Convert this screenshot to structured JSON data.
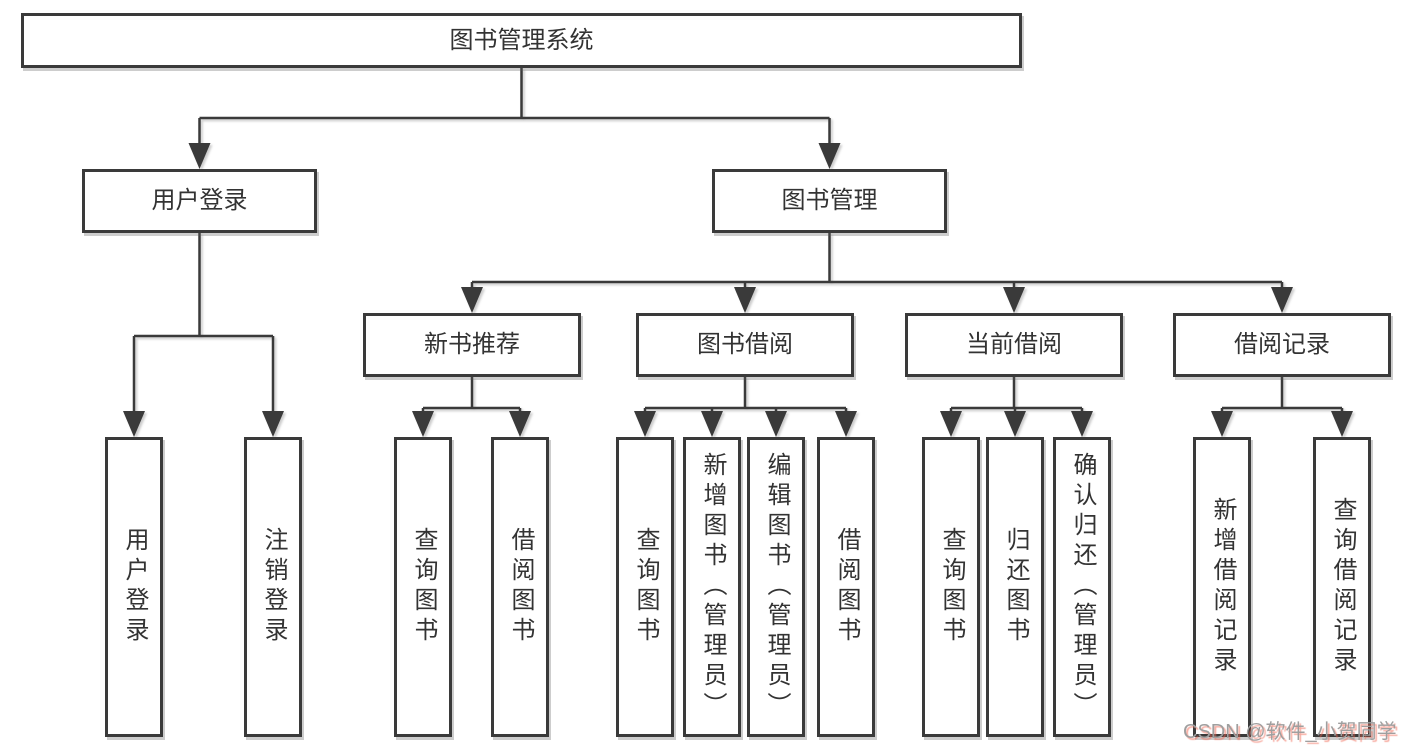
{
  "diagram": {
    "root": {
      "label": "图书管理系统"
    },
    "level2": {
      "user_login": {
        "label": "用户登录"
      },
      "book_management": {
        "label": "图书管理"
      }
    },
    "level3": {
      "new_book_recommend": {
        "label": "新书推荐"
      },
      "book_borrowing": {
        "label": "图书借阅"
      },
      "current_borrowing": {
        "label": "当前借阅"
      },
      "borrowing_records": {
        "label": "借阅记录"
      }
    },
    "leaves": {
      "user_login": {
        "label": "用户登录"
      },
      "logout": {
        "label": "注销登录"
      },
      "query_books_newrec": {
        "label": "查询图书"
      },
      "borrow_books_newrec": {
        "label": "借阅图书"
      },
      "query_books_borrow": {
        "label": "查询图书"
      },
      "add_books_admin": {
        "label": "新增图书（管理员）"
      },
      "edit_books_admin": {
        "label": "编辑图书（管理员）"
      },
      "borrow_books_borrow": {
        "label": "借阅图书"
      },
      "query_books_current": {
        "label": "查询图书"
      },
      "return_books": {
        "label": "归还图书"
      },
      "confirm_return_admin": {
        "label": "确认归还（管理员）"
      },
      "add_borrow_record": {
        "label": "新增借阅记录"
      },
      "query_borrow_record": {
        "label": "查询借阅记录"
      }
    }
  },
  "watermark": {
    "text": "CSDN @软件_小贺同学"
  },
  "colors": {
    "line": "#3a3a3a",
    "box_border": "#3a3a3a",
    "text": "#333333",
    "background": "#ffffff",
    "watermark_gray": "#9f9f9f",
    "watermark_shadow_red": "#f06450"
  }
}
